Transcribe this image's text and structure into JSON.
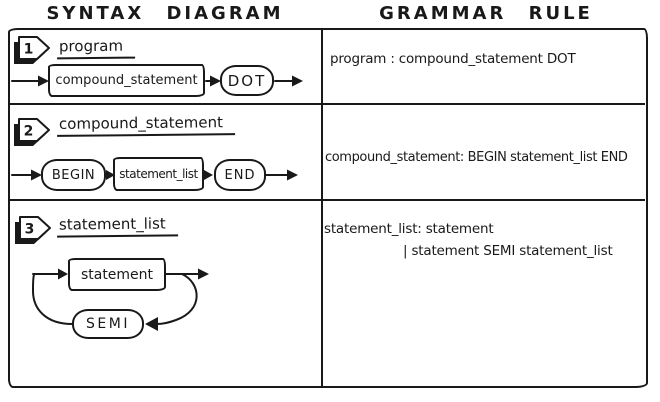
{
  "headers": {
    "left": "SYNTAX DIAGRAM",
    "right": "GRAMMAR RULE"
  },
  "colors": {
    "ink": "#191919",
    "paper": "#ffffff"
  },
  "rows": [
    {
      "number": "1",
      "title": "program",
      "diagram": {
        "nonterminal": "compound_statement",
        "terminal": "DOT"
      },
      "rule": "program : compound_statement DOT"
    },
    {
      "number": "2",
      "title": "compound_statement",
      "diagram": {
        "begin": "BEGIN",
        "nonterminal": "statement_list",
        "end": "END"
      },
      "rule": "compound_statement: BEGIN statement_list END"
    },
    {
      "number": "3",
      "title": "statement_list",
      "diagram": {
        "nonterminal": "statement",
        "terminal": "SEMI"
      },
      "rule_lines": [
        "statement_list: statement",
        "| statement SEMI statement_list"
      ]
    }
  ]
}
